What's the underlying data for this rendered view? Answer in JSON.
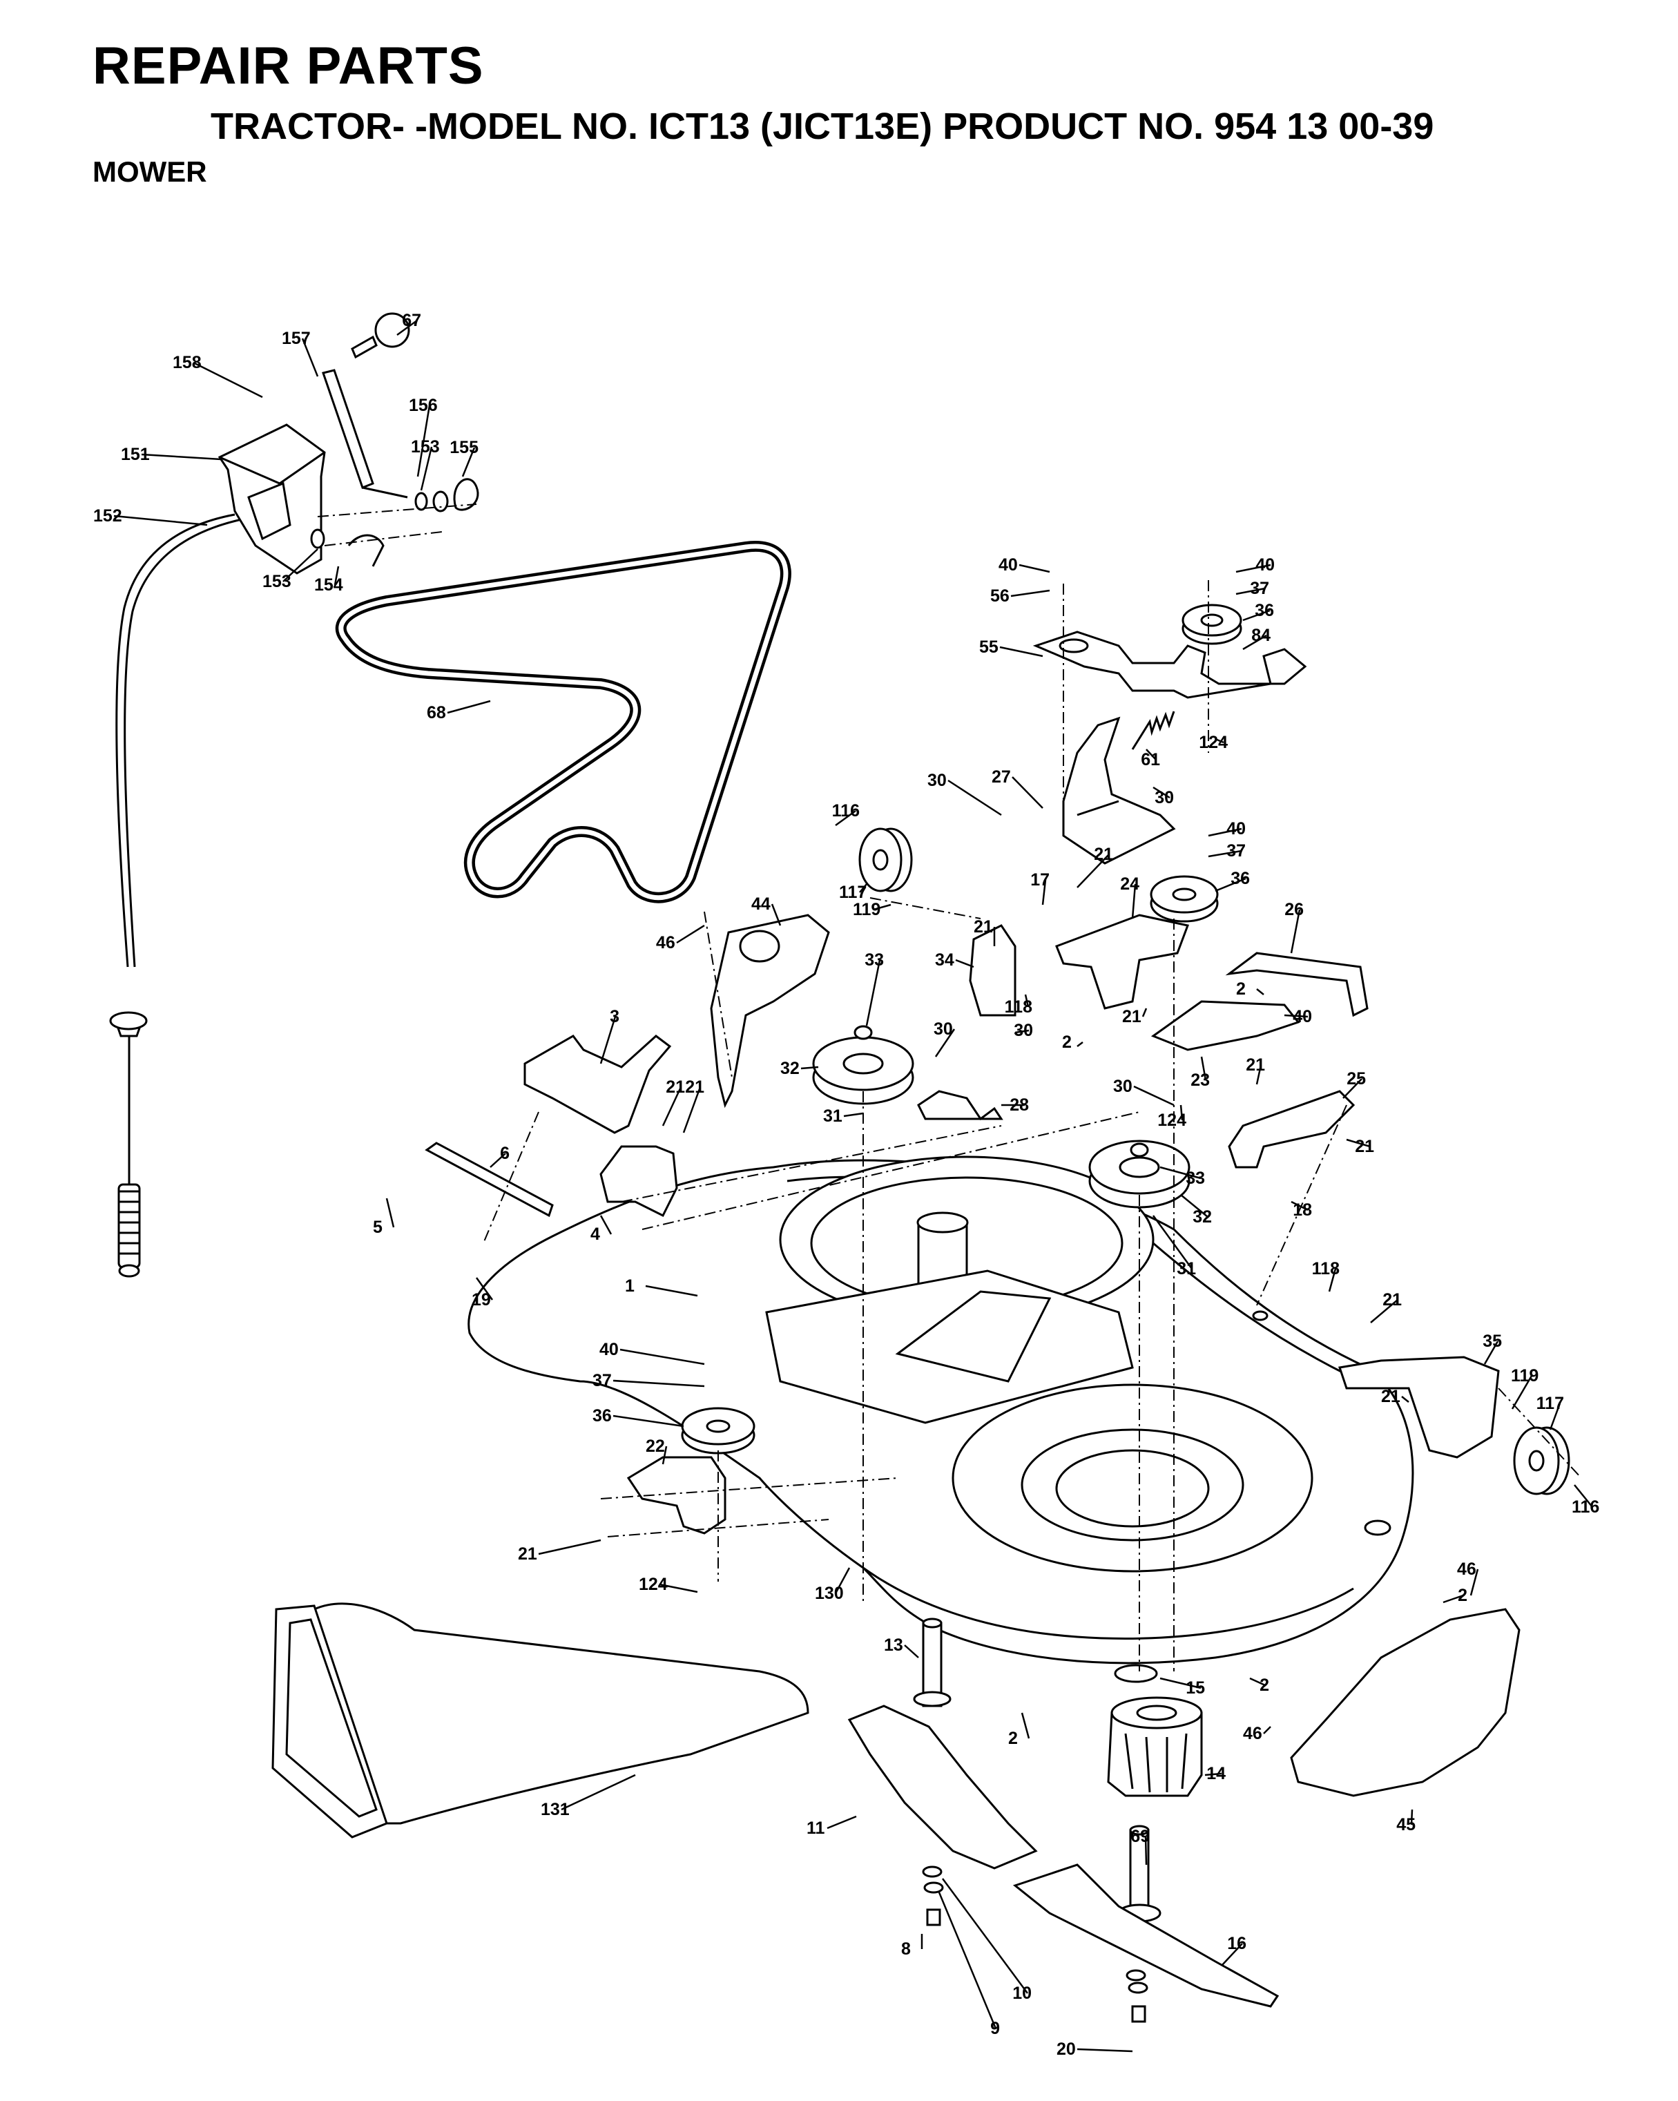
{
  "header": {
    "title": "REPAIR PARTS",
    "subtitle": "TRACTOR- -MODEL NO. ICT13 (JICT13E) PRODUCT NO. 954 13 00-39",
    "section": "MOWER"
  },
  "part_numbers": [
    "1",
    "2",
    "3",
    "4",
    "5",
    "6",
    "8",
    "9",
    "10",
    "11",
    "13",
    "14",
    "15",
    "16",
    "17",
    "18",
    "19",
    "20",
    "21",
    "22",
    "23",
    "24",
    "25",
    "26",
    "27",
    "28",
    "30",
    "31",
    "32",
    "33",
    "34",
    "35",
    "36",
    "37",
    "40",
    "44",
    "45",
    "46",
    "55",
    "56",
    "61",
    "67",
    "68",
    "69",
    "84",
    "116",
    "117",
    "118",
    "119",
    "124",
    "130",
    "131",
    "151",
    "152",
    "153",
    "154",
    "155",
    "156",
    "157",
    "158"
  ]
}
